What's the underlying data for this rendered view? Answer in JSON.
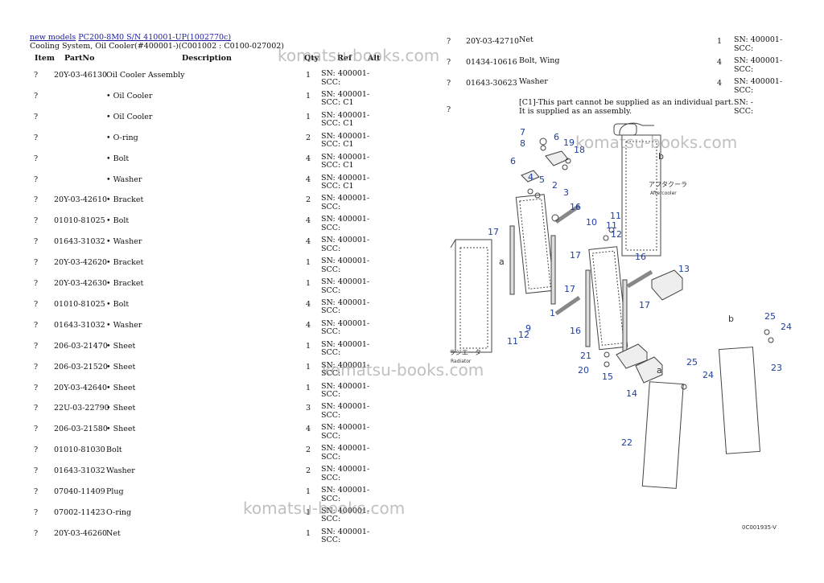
{
  "header": {
    "link_new_models": "new models",
    "link_model": "PC200-8M0 S/N 410001-UP(1002770c)",
    "subtitle": "Cooling System, Oil Cooler(#400001-)(C001002 : C0100-027002)"
  },
  "columns": {
    "item": "Item",
    "partno": "PartNo",
    "description": "Description",
    "qty": "Qty",
    "ref": "Ref",
    "alt": "Alt"
  },
  "parts_left": [
    {
      "item": "?",
      "partno": "20Y-03-46130",
      "desc": "Oil Cooler Assembly",
      "qty": "1",
      "ref": "SN: 400001-\nSCC:"
    },
    {
      "item": "?",
      "partno": "",
      "desc": "• Oil Cooler",
      "qty": "1",
      "ref": "SN: 400001-\nSCC: C1"
    },
    {
      "item": "?",
      "partno": "",
      "desc": "• Oil Cooler",
      "qty": "1",
      "ref": "SN: 400001-\nSCC: C1"
    },
    {
      "item": "?",
      "partno": "",
      "desc": "• O-ring",
      "qty": "2",
      "ref": "SN: 400001-\nSCC: C1"
    },
    {
      "item": "?",
      "partno": "",
      "desc": "• Bolt",
      "qty": "4",
      "ref": "SN: 400001-\nSCC: C1"
    },
    {
      "item": "?",
      "partno": "",
      "desc": "• Washer",
      "qty": "4",
      "ref": "SN: 400001-\nSCC: C1"
    },
    {
      "item": "?",
      "partno": "20Y-03-42610",
      "desc": "• Bracket",
      "qty": "2",
      "ref": "SN: 400001-\nSCC:"
    },
    {
      "item": "?",
      "partno": "01010-81025",
      "desc": "• Bolt",
      "qty": "4",
      "ref": "SN: 400001-\nSCC:"
    },
    {
      "item": "?",
      "partno": "01643-31032",
      "desc": "• Washer",
      "qty": "4",
      "ref": "SN: 400001-\nSCC:"
    },
    {
      "item": "?",
      "partno": "20Y-03-42620",
      "desc": "• Bracket",
      "qty": "1",
      "ref": "SN: 400001-\nSCC:"
    },
    {
      "item": "?",
      "partno": "20Y-03-42630",
      "desc": "• Bracket",
      "qty": "1",
      "ref": "SN: 400001-\nSCC:"
    },
    {
      "item": "?",
      "partno": "01010-81025",
      "desc": "• Bolt",
      "qty": "4",
      "ref": "SN: 400001-\nSCC:"
    },
    {
      "item": "?",
      "partno": "01643-31032",
      "desc": "• Washer",
      "qty": "4",
      "ref": "SN: 400001-\nSCC:"
    },
    {
      "item": "?",
      "partno": "206-03-21470",
      "desc": "• Sheet",
      "qty": "1",
      "ref": "SN: 400001-\nSCC:"
    },
    {
      "item": "?",
      "partno": "206-03-21520",
      "desc": "• Sheet",
      "qty": "1",
      "ref": "SN: 400001-\nSCC:"
    },
    {
      "item": "?",
      "partno": "20Y-03-42640",
      "desc": "• Sheet",
      "qty": "1",
      "ref": "SN: 400001-\nSCC:"
    },
    {
      "item": "?",
      "partno": "22U-03-22790",
      "desc": "• Sheet",
      "qty": "3",
      "ref": "SN: 400001-\nSCC:"
    },
    {
      "item": "?",
      "partno": "206-03-21580",
      "desc": "• Sheet",
      "qty": "4",
      "ref": "SN: 400001-\nSCC:"
    },
    {
      "item": "?",
      "partno": "01010-81030",
      "desc": "Bolt",
      "qty": "2",
      "ref": "SN: 400001-\nSCC:"
    },
    {
      "item": "?",
      "partno": "01643-31032",
      "desc": "Washer",
      "qty": "2",
      "ref": "SN: 400001-\nSCC:"
    },
    {
      "item": "?",
      "partno": "07040-11409",
      "desc": "Plug",
      "qty": "1",
      "ref": "SN: 400001-\nSCC:"
    },
    {
      "item": "?",
      "partno": "07002-11423",
      "desc": "O-ring",
      "qty": "1",
      "ref": "SN: 400001-\nSCC:"
    },
    {
      "item": "?",
      "partno": "20Y-03-46260",
      "desc": "Net",
      "qty": "1",
      "ref": "SN: 400001-\nSCC:"
    }
  ],
  "parts_right": [
    {
      "item": "?",
      "partno": "20Y-03-42710",
      "desc": "Net",
      "qty": "1",
      "ref": "SN: 400001-\nSCC:"
    },
    {
      "item": "?",
      "partno": "01434-10616",
      "desc": "Bolt, Wing",
      "qty": "4",
      "ref": "SN: 400001-\nSCC:"
    },
    {
      "item": "?",
      "partno": "01643-30623",
      "desc": "Washer",
      "qty": "4",
      "ref": "SN: 400001-\nSCC:"
    },
    {
      "item": "?",
      "partno": "",
      "desc": "[C1]-This part cannot be supplied as an individual part.\nIt is supplied as an assembly.",
      "qty": "",
      "ref": "SN: -\nSCC:"
    }
  ],
  "watermark": "komatsu-books.com",
  "diagram": {
    "label_aftercooler_jp": "アフタクーラ",
    "label_aftercooler_en": "Aftercooler",
    "label_radiator_jp": "ラジエータ",
    "label_radiator_en": "Radiator",
    "label_a": "a",
    "label_b": "b",
    "code": "0C001935-V",
    "callouts": [
      "1",
      "2",
      "3",
      "4",
      "5",
      "6",
      "7",
      "8",
      "9",
      "10",
      "11",
      "12",
      "13",
      "14",
      "15",
      "16",
      "17",
      "18",
      "19",
      "20",
      "21",
      "22",
      "23",
      "24",
      "25"
    ]
  },
  "colors": {
    "link": "#1a1aa6",
    "callout": "#1f3fa0",
    "watermark": "#8c8c8c"
  }
}
